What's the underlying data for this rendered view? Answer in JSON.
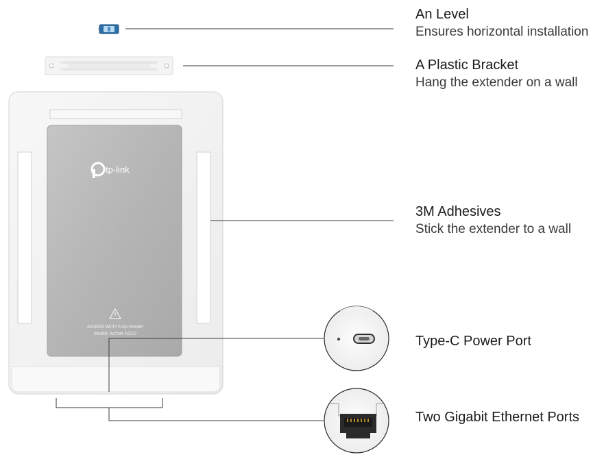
{
  "callouts": [
    {
      "id": "level",
      "title": "An Level",
      "subtitle": "Ensures horizontal installation"
    },
    {
      "id": "bracket",
      "title": "A Plastic Bracket",
      "subtitle": "Hang the extender on a wall"
    },
    {
      "id": "adhesives",
      "title": "3M Adhesives",
      "subtitle": "Stick the extender to a wall"
    },
    {
      "id": "power",
      "title": "Type-C Power Port",
      "subtitle": ""
    },
    {
      "id": "ethernet",
      "title": "Two Gigabit Ethernet Ports",
      "subtitle": ""
    }
  ],
  "device": {
    "brand": "tp-link",
    "label_line1": "AX3000 Wi-Fi 6 Ap Router",
    "label_line2": "Model: Archer AX10"
  },
  "colors": {
    "line": "#3a3a3a",
    "frame": "#f2f2f2",
    "fabric": "#bcbcbc",
    "level_blue": "#2c6ea8"
  }
}
